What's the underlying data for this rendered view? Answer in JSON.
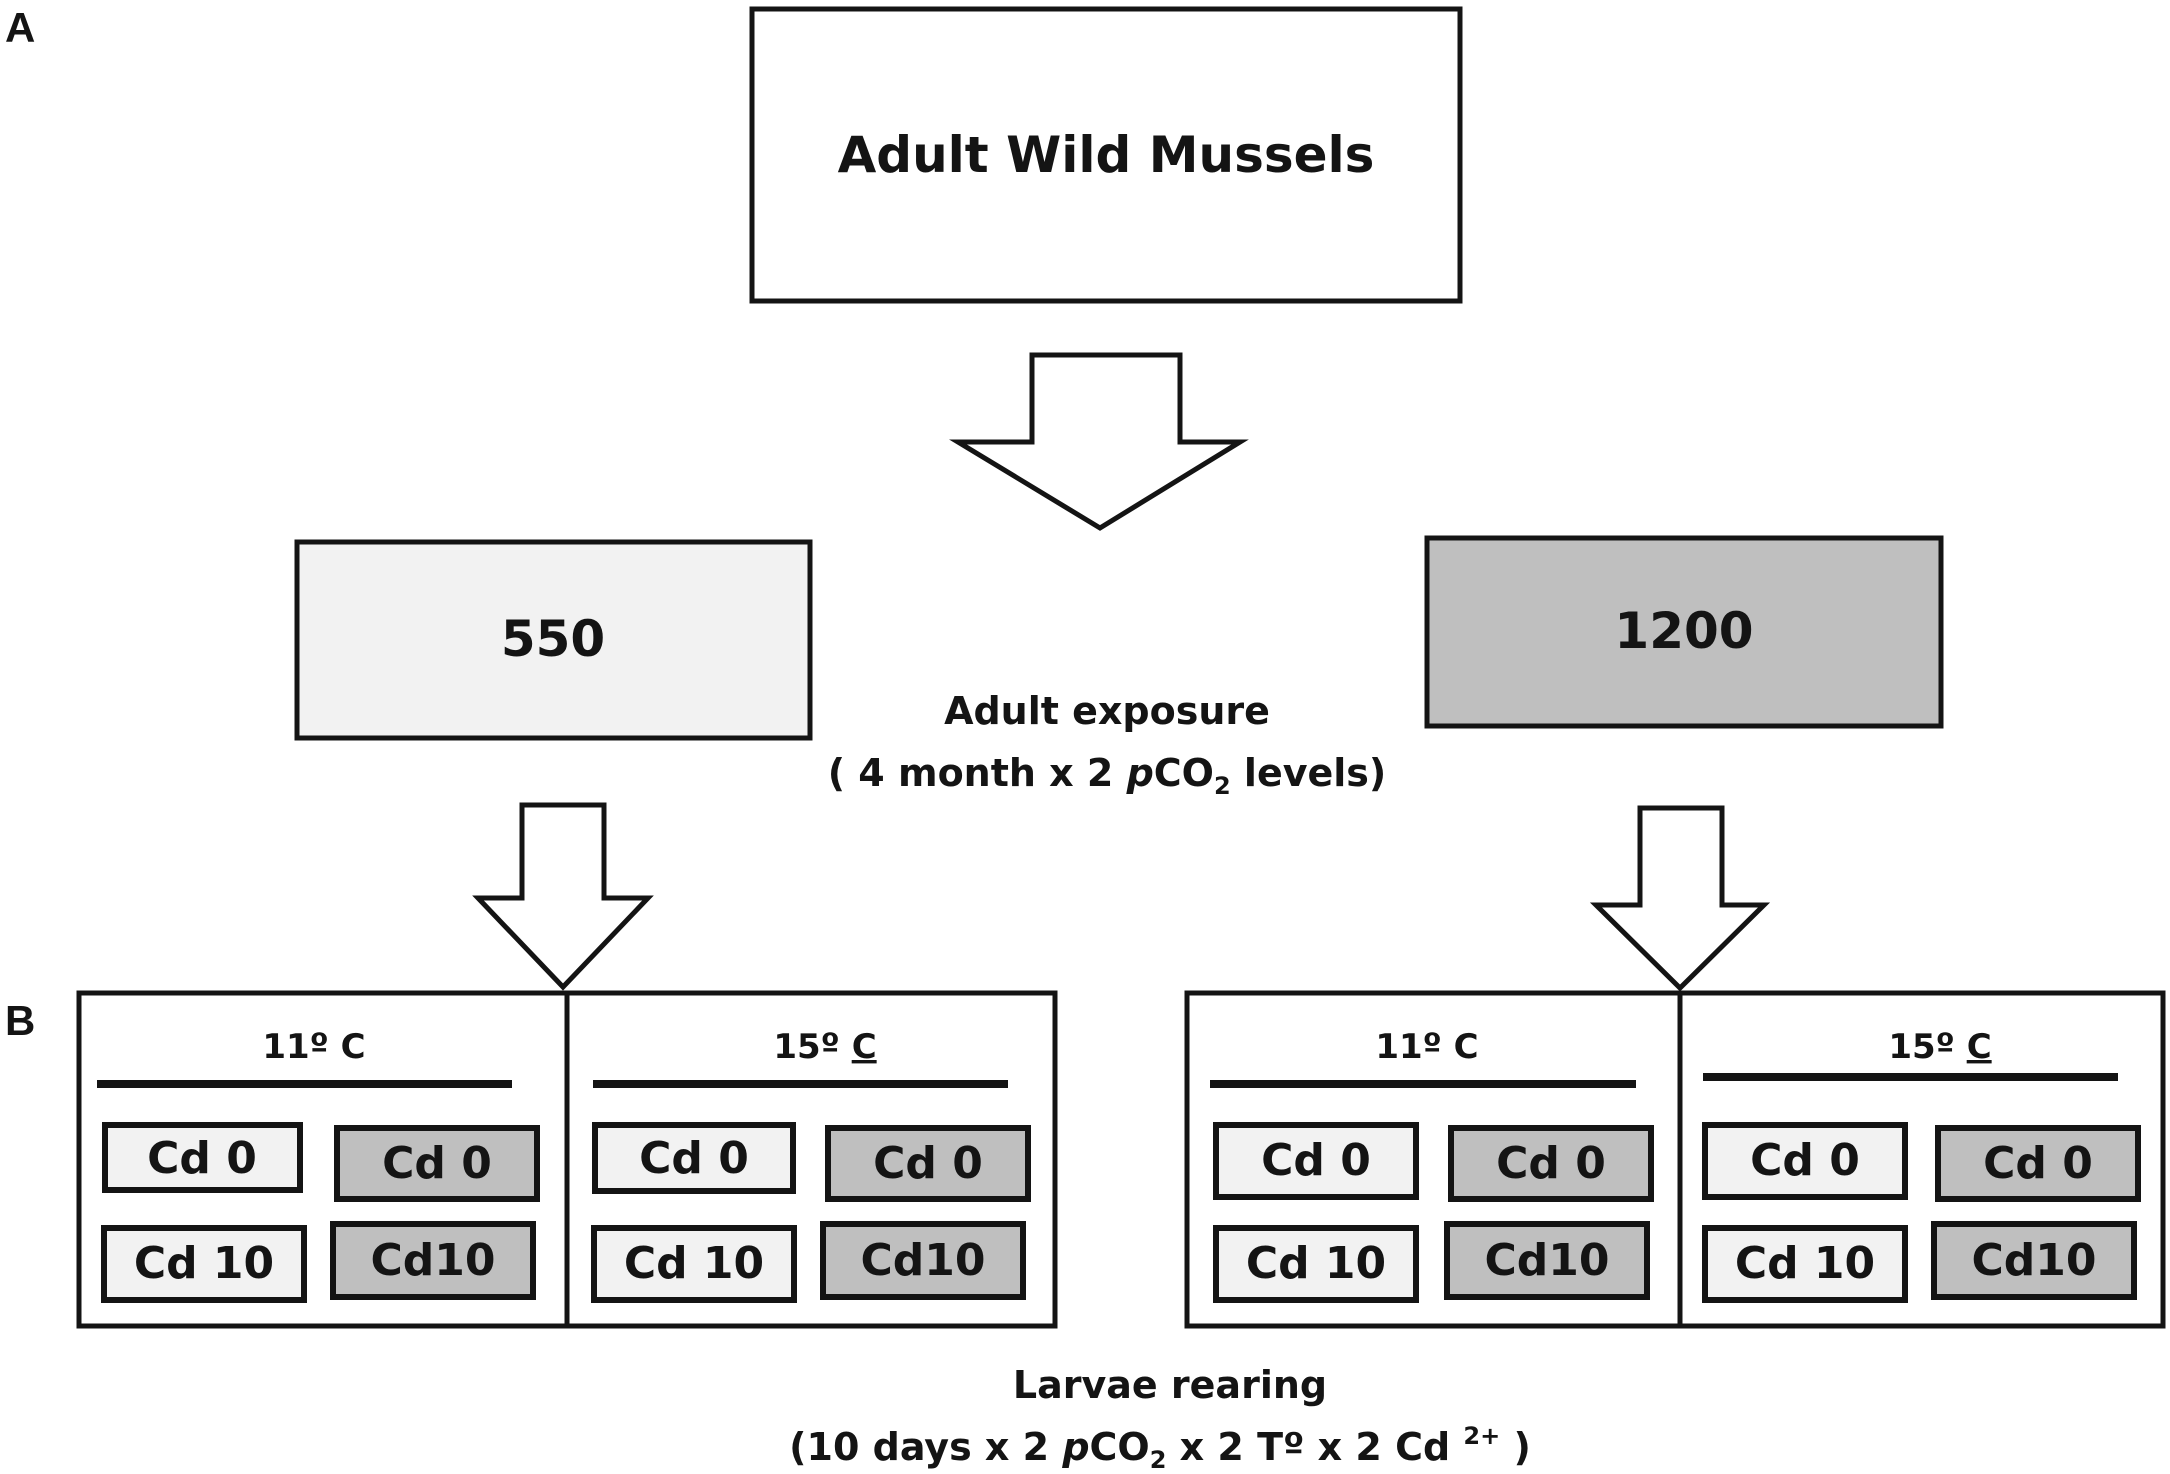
{
  "panels": {
    "a": "A",
    "b": "B"
  },
  "top": {
    "title": "Adult Wild Mussels"
  },
  "levels": {
    "low": "550",
    "high": "1200"
  },
  "adult_exposure": {
    "line1": "Adult exposure",
    "line2_pre": "( 4 month x 2 ",
    "line2_p": "p",
    "line2_co": "CO",
    "line2_sub": "2",
    "line2_post": " levels)"
  },
  "temps": {
    "t11": "11º C",
    "t15_pre": "15º ",
    "t15_c": "C"
  },
  "treatments": {
    "cd0": "Cd 0",
    "cd10": "Cd 10",
    "cd10b": "Cd10"
  },
  "larvae": {
    "line1": "Larvae rearing",
    "line2_pre": "(10 days x 2 ",
    "line2_p": "p",
    "line2_co": "CO",
    "line2_sub": "2",
    "line2_mid": " x 2 Tº x 2 Cd ",
    "line2_sup": "2+",
    "line2_post": " )"
  },
  "colors": {
    "light_fill": "#f2f2f2",
    "dark_fill": "#bfbfbf",
    "stroke": "#141414"
  }
}
